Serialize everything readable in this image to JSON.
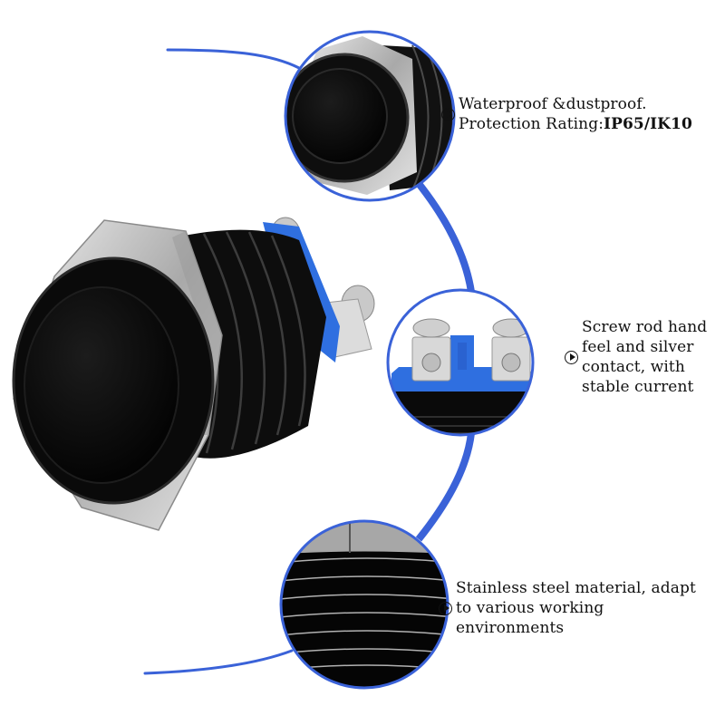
{
  "colors": {
    "accent_blue": "#3a62d8",
    "product_black": "#0b0b0b",
    "metal_silver": "#c8c8c8",
    "insulator_blue": "#2f6fe0",
    "text": "#111111",
    "background": "#ffffff"
  },
  "product": {
    "name": "Black metal push button switch",
    "icon": "push-button-icon"
  },
  "features": [
    {
      "icon": "arrow-circle-right-icon",
      "lines": [
        "Waterproof &dustproof."
      ],
      "line2_prefix": "Protection Rating:",
      "line2_bold": "IP65/IK10"
    },
    {
      "icon": "arrow-circle-right-icon",
      "lines": [
        "Screw rod hand",
        "feel and silver",
        "contact, with",
        "stable current"
      ]
    },
    {
      "icon": "arrow-circle-right-icon",
      "lines": [
        "Stainless steel material, adapt",
        "to various working",
        "environments"
      ]
    }
  ],
  "detail_circles": [
    {
      "label": "Button head close-up"
    },
    {
      "label": "Screw terminals close-up"
    },
    {
      "label": "Threaded body close-up"
    }
  ]
}
